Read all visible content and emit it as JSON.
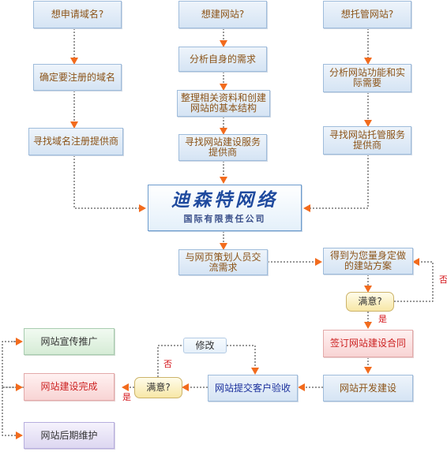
{
  "top_row": {
    "domain_question": "想申请域名?",
    "build_question": "想建网站?",
    "hosting_question": "想托管网站?"
  },
  "domain_path": {
    "confirm_name": "确定要注册的域名",
    "find_registrar": "寻找域名注册提供商"
  },
  "build_path": {
    "analyze_needs": "分析自身的需求",
    "organize_materials": "整理相关资料和创建网站的基本结构",
    "find_builder": "寻找网站建设服务提供商"
  },
  "hosting_path": {
    "analyze_functions": "分析网站功能和实际需要",
    "find_host": "寻找网站托管服务提供商"
  },
  "company": {
    "name": "迪森特网络",
    "subtitle": "国际有限责任公司"
  },
  "process": {
    "communicate": "与网页策划人员交流需求",
    "custom_plan": "得到为您量身定做的建站方案",
    "satisfied_1": "满意?",
    "sign_contract": "签订网站建设合同",
    "development": "网站开发建设",
    "client_review": "网站提交客户验收",
    "revise": "修改",
    "satisfied_2": "满意?"
  },
  "outcomes": {
    "promotion": "网站宣传推广",
    "completed": "网站建设完成",
    "maintenance": "网站后期维护"
  },
  "marks": {
    "no_1": "否",
    "yes_1": "是",
    "no_2": "否",
    "yes_2": "是"
  },
  "colors": {
    "arrow": "#f26b1d",
    "dotted_line": "#333333",
    "box_text": "#8c5418",
    "mark_text": "#d4141a",
    "logo_text": "#1f4a9e"
  }
}
